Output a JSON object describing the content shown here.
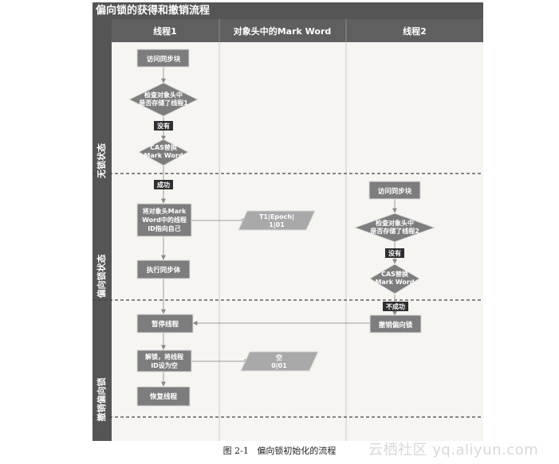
{
  "title": "偏向锁的获得和撤销流程",
  "lanes": [
    "线程1",
    "对象头中的Mark Word",
    "线程2"
  ],
  "states": [
    "无锁状态",
    "偏向锁状态",
    "撤销偏向锁"
  ],
  "thread1": {
    "visit_sync": "访问同步块",
    "check": [
      "检查对象头中",
      "是否存储了线程1"
    ],
    "no": "没有",
    "cas": [
      "CAS替换",
      "Mark Word"
    ],
    "success": "成功",
    "point_self": [
      "将对象头Mark",
      "Word中的线程",
      "ID指向自己"
    ],
    "exec": "执行同步体",
    "pause": "暂停线程",
    "unlock": [
      "解锁，将线程",
      "ID设为空"
    ],
    "resume": "恢复线程"
  },
  "markword": {
    "biased": [
      "T1|Epoch|",
      "1|01"
    ],
    "empty": [
      "空",
      "0|01"
    ]
  },
  "thread2": {
    "visit_sync": "访问同步块",
    "check": [
      "检查对象头中",
      "是否存储了线程2"
    ],
    "no": "没有",
    "cas": [
      "CAS替换",
      "Mark Word"
    ],
    "fail": "不成功",
    "revoke": "撤销偏向锁"
  },
  "caption": {
    "figure": "图 2-1",
    "text": "偏向锁初始化的流程"
  },
  "watermark": "云栖社区 yq.aliyun.com",
  "colors": {
    "frame": "#555555",
    "panel": "#f7f5f2",
    "process": "#7d7d7d",
    "parallelogram": "#a9a9a9",
    "line": "#9a9a9a",
    "label_bg": "#2f2f2f"
  }
}
